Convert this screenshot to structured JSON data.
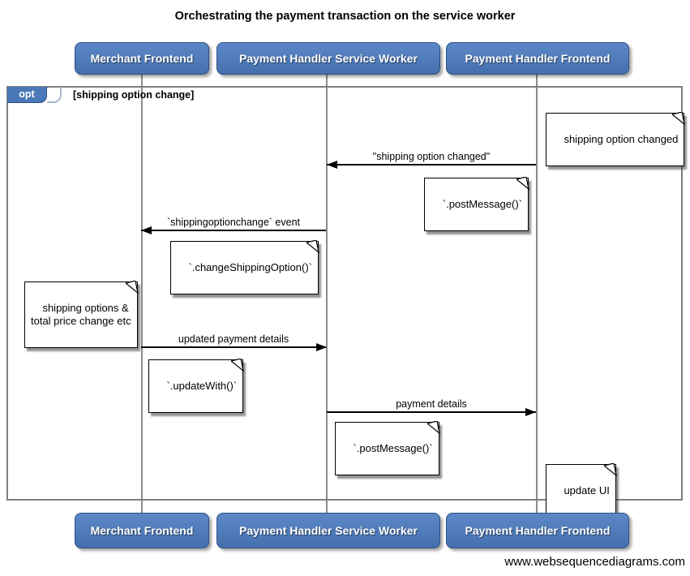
{
  "title": "Orchestrating the payment transaction on the service worker",
  "actors": [
    {
      "label": "Merchant Frontend"
    },
    {
      "label": "Payment Handler Service Worker"
    },
    {
      "label": "Payment Handler Frontend"
    }
  ],
  "fragment": {
    "operator": "opt",
    "guard": "[shipping option change]"
  },
  "messages": [
    {
      "label": "\"shipping option changed\"",
      "from": "Payment Handler Frontend",
      "to": "Payment Handler Service Worker",
      "direction": "left"
    },
    {
      "label": "`shippingoptionchange` event",
      "from": "Payment Handler Service Worker",
      "to": "Merchant Frontend",
      "direction": "left"
    },
    {
      "label": "updated payment details",
      "from": "Merchant Frontend",
      "to": "Payment Handler Service Worker",
      "direction": "right"
    },
    {
      "label": "payment details",
      "from": "Payment Handler Service Worker",
      "to": "Payment Handler Frontend",
      "direction": "right"
    }
  ],
  "notes": [
    {
      "text": "shipping option changed",
      "anchor": "Payment Handler Frontend",
      "side": "right"
    },
    {
      "text": "`.postMessage()`",
      "anchor": "Payment Handler Frontend",
      "side": "left"
    },
    {
      "text": "`.changeShippingOption()`",
      "anchor": "Payment Handler Service Worker",
      "side": "left"
    },
    {
      "text": "shipping options &\ntotal price change etc",
      "anchor": "Merchant Frontend",
      "side": "left"
    },
    {
      "text": "`.updateWith()`",
      "anchor": "Merchant Frontend",
      "side": "right"
    },
    {
      "text": "`.postMessage()`",
      "anchor": "Payment Handler Service Worker",
      "side": "right"
    },
    {
      "text": "update UI",
      "anchor": "Payment Handler Frontend",
      "side": "right"
    }
  ],
  "footer": "www.websequencediagrams.com",
  "colors": {
    "actor-fill": "#4a78b8",
    "actor-border": "#2d4f80",
    "actor-text": "#ffffff",
    "lifeline": "#8c8c8c",
    "fragment-border": "#7f7f7f",
    "note-bg": "#ffffff",
    "note-border": "#000000",
    "arrow": "#000000"
  }
}
